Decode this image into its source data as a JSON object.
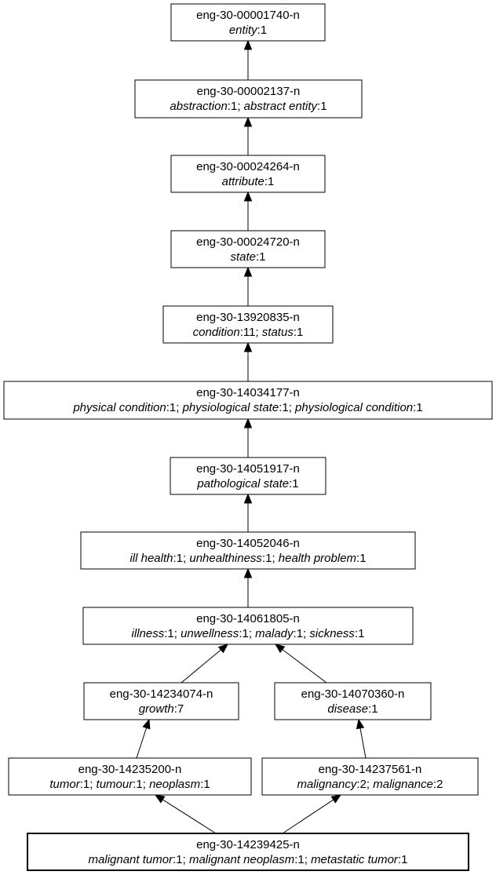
{
  "nodes": [
    {
      "id": "eng-30-00001740-n",
      "terms": [
        [
          "entity",
          "1"
        ]
      ]
    },
    {
      "id": "eng-30-00002137-n",
      "terms": [
        [
          "abstraction",
          "1"
        ],
        [
          "abstract entity",
          "1"
        ]
      ]
    },
    {
      "id": "eng-30-00024264-n",
      "terms": [
        [
          "attribute",
          "1"
        ]
      ]
    },
    {
      "id": "eng-30-00024720-n",
      "terms": [
        [
          "state",
          "1"
        ]
      ]
    },
    {
      "id": "eng-30-13920835-n",
      "terms": [
        [
          "condition",
          "11"
        ],
        [
          "status",
          "1"
        ]
      ]
    },
    {
      "id": "eng-30-14034177-n",
      "terms": [
        [
          "physical condition",
          "1"
        ],
        [
          "physiological state",
          "1"
        ],
        [
          "physiological condition",
          "1"
        ]
      ]
    },
    {
      "id": "eng-30-14051917-n",
      "terms": [
        [
          "pathological state",
          "1"
        ]
      ]
    },
    {
      "id": "eng-30-14052046-n",
      "terms": [
        [
          "ill health",
          "1"
        ],
        [
          "unhealthiness",
          "1"
        ],
        [
          "health problem",
          "1"
        ]
      ]
    },
    {
      "id": "eng-30-14061805-n",
      "terms": [
        [
          "illness",
          "1"
        ],
        [
          "unwellness",
          "1"
        ],
        [
          "malady",
          "1"
        ],
        [
          "sickness",
          "1"
        ]
      ]
    },
    {
      "id": "eng-30-14234074-n",
      "terms": [
        [
          "growth",
          "7"
        ]
      ]
    },
    {
      "id": "eng-30-14070360-n",
      "terms": [
        [
          "disease",
          "1"
        ]
      ]
    },
    {
      "id": "eng-30-14235200-n",
      "terms": [
        [
          "tumor",
          "1"
        ],
        [
          "tumour",
          "1"
        ],
        [
          "neoplasm",
          "1"
        ]
      ]
    },
    {
      "id": "eng-30-14237561-n",
      "terms": [
        [
          "malignancy",
          "2"
        ],
        [
          "malignance",
          "2"
        ]
      ]
    },
    {
      "id": "eng-30-14239425-n",
      "terms": [
        [
          "malignant tumor",
          "1"
        ],
        [
          "malignant neoplasm",
          "1"
        ],
        [
          "metastatic tumor",
          "1"
        ]
      ]
    }
  ],
  "edges": [
    {
      "from": "eng-30-00002137-n",
      "to": "eng-30-00001740-n"
    },
    {
      "from": "eng-30-00024264-n",
      "to": "eng-30-00002137-n"
    },
    {
      "from": "eng-30-00024720-n",
      "to": "eng-30-00024264-n"
    },
    {
      "from": "eng-30-13920835-n",
      "to": "eng-30-00024720-n"
    },
    {
      "from": "eng-30-14034177-n",
      "to": "eng-30-13920835-n"
    },
    {
      "from": "eng-30-14051917-n",
      "to": "eng-30-14034177-n"
    },
    {
      "from": "eng-30-14052046-n",
      "to": "eng-30-14051917-n"
    },
    {
      "from": "eng-30-14061805-n",
      "to": "eng-30-14052046-n"
    },
    {
      "from": "eng-30-14234074-n",
      "to": "eng-30-14061805-n"
    },
    {
      "from": "eng-30-14070360-n",
      "to": "eng-30-14061805-n"
    },
    {
      "from": "eng-30-14235200-n",
      "to": "eng-30-14234074-n"
    },
    {
      "from": "eng-30-14237561-n",
      "to": "eng-30-14070360-n"
    },
    {
      "from": "eng-30-14239425-n",
      "to": "eng-30-14235200-n"
    },
    {
      "from": "eng-30-14239425-n",
      "to": "eng-30-14237561-n"
    }
  ],
  "highlighted": "eng-30-14239425-n"
}
